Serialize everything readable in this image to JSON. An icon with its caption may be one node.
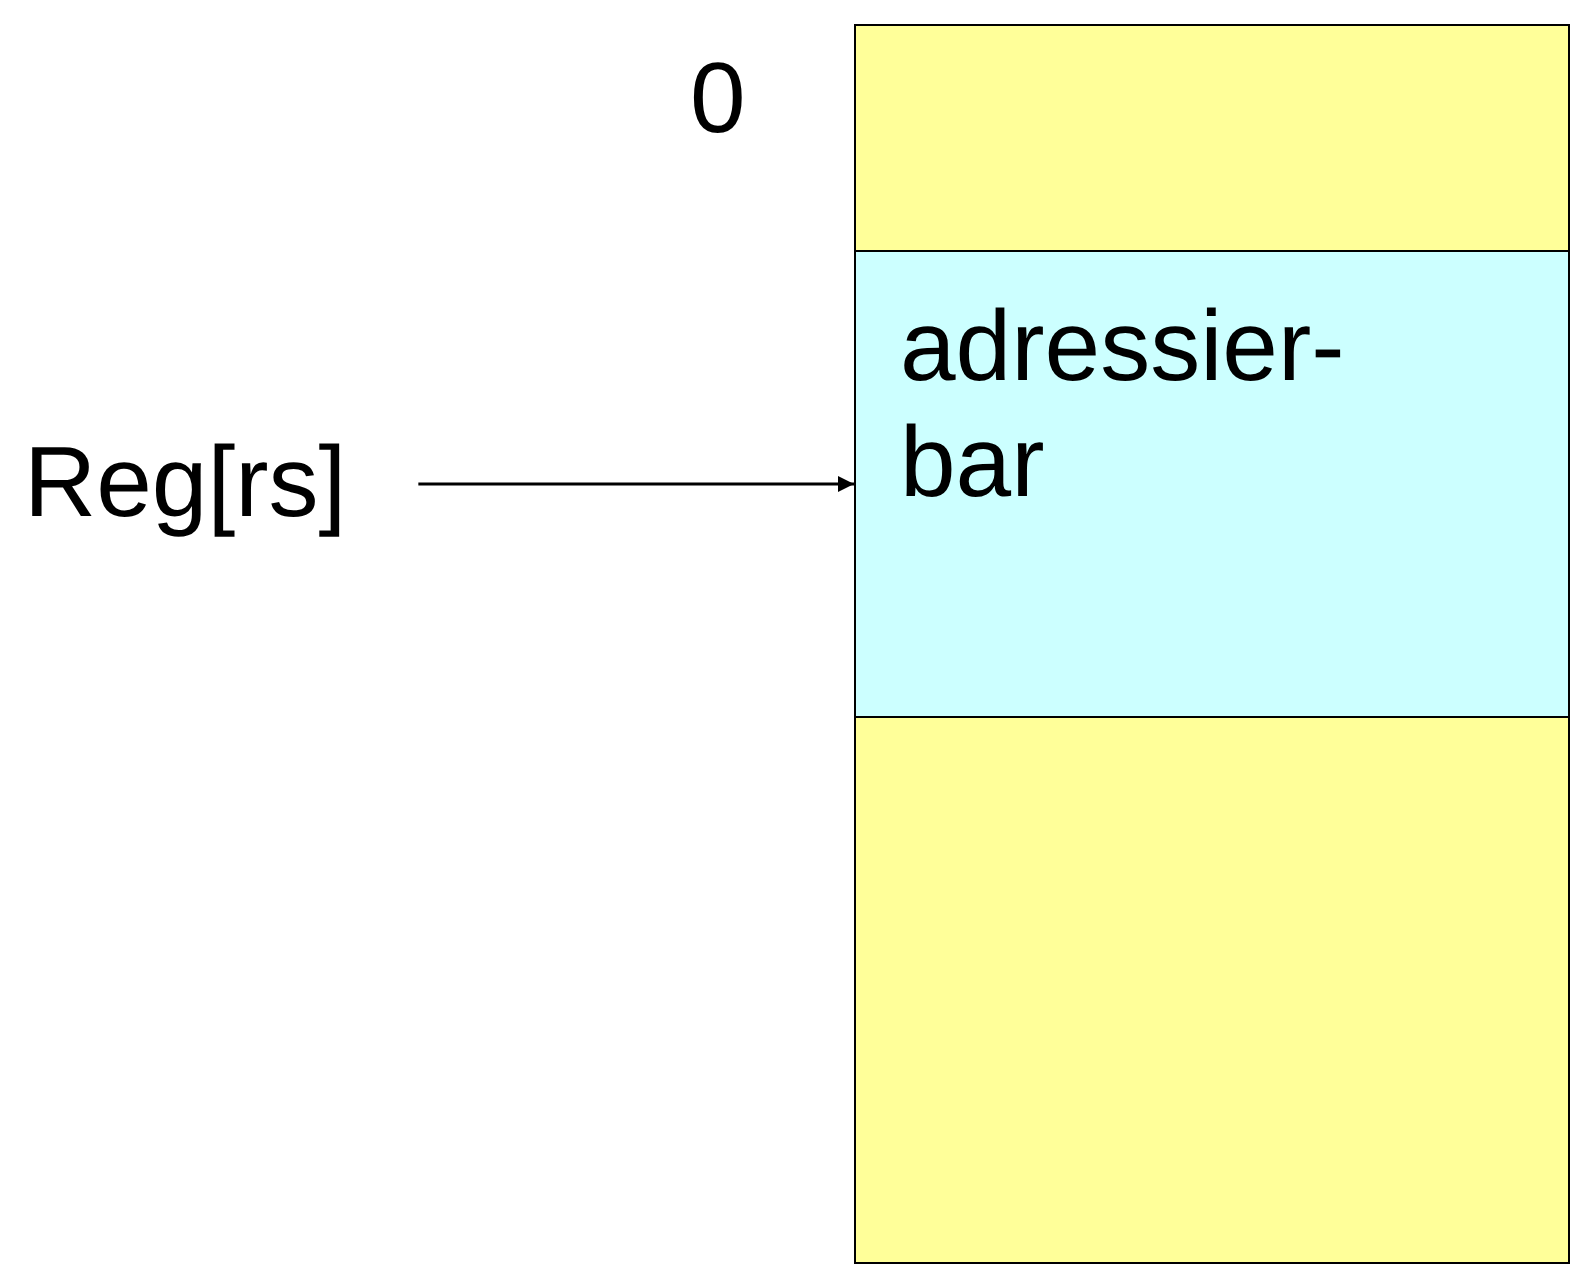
{
  "diagram": {
    "nodes": [
      {
        "text": [],
        "shape": "box"
      },
      {
        "text": [
          "adressier- bar"
        ]
      },
      {
        "text": [],
        "shape": "box"
      },
      {
        "text": [
          "Reg[rs]"
        ]
      }
    ],
    "edges": [
      {
        "from": 3,
        "to": 1,
        "arrow": "to"
      }
    ],
    "labels": [
      "0"
    ]
  }
}
